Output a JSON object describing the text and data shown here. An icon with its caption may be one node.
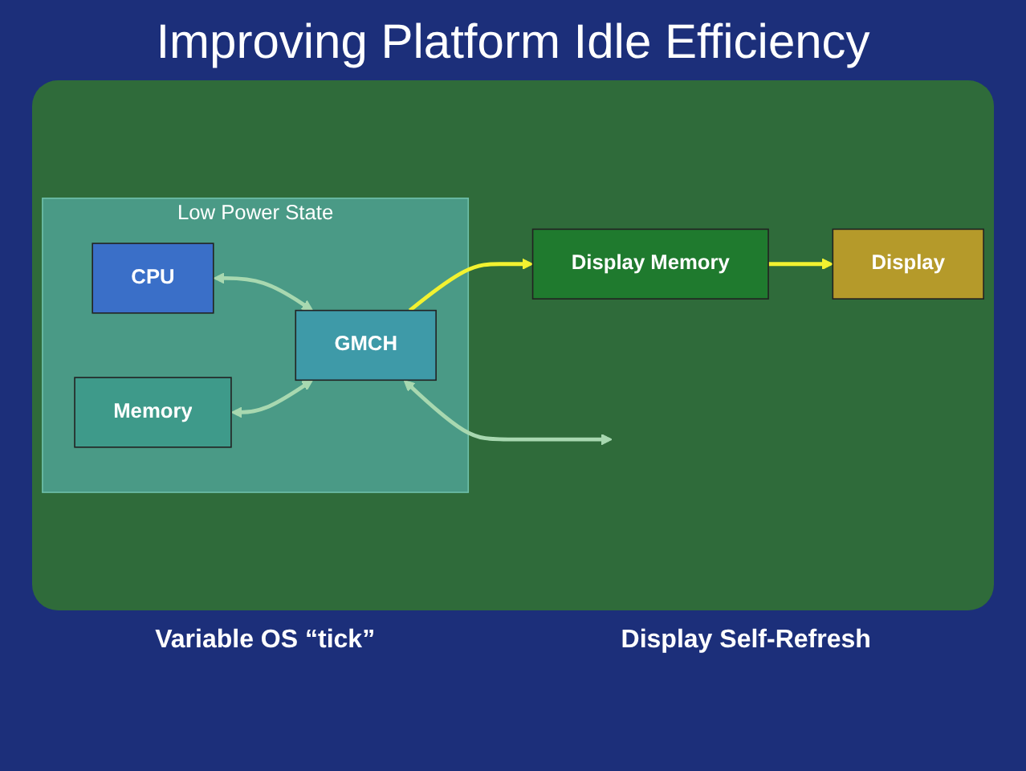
{
  "diagram": {
    "title": "Improving Platform Idle Efficiency",
    "nodes": [
      {
        "text": [
          "Low Power State"
        ]
      },
      {
        "text": [
          "CPU"
        ],
        "in": 0
      },
      {
        "text": [
          "Memory"
        ],
        "in": 0
      },
      {
        "text": [
          "GMCH"
        ],
        "in": 0
      },
      {
        "text": [
          "Display Memory"
        ]
      },
      {
        "text": [
          "Display"
        ]
      }
    ],
    "edges": [
      {
        "from": 1,
        "to": 3,
        "arrow": "both"
      },
      {
        "from": 2,
        "to": 3,
        "arrow": "both"
      },
      {
        "from": 3,
        "to": null,
        "arrow": "both"
      },
      {
        "from": 3,
        "to": 4,
        "arrow": "to",
        "color": "#f2f230"
      },
      {
        "from": 4,
        "to": 5,
        "arrow": "to",
        "color": "#f2f230"
      }
    ],
    "labels": [
      "Variable OS “tick”",
      "Display Self-Refresh"
    ]
  }
}
